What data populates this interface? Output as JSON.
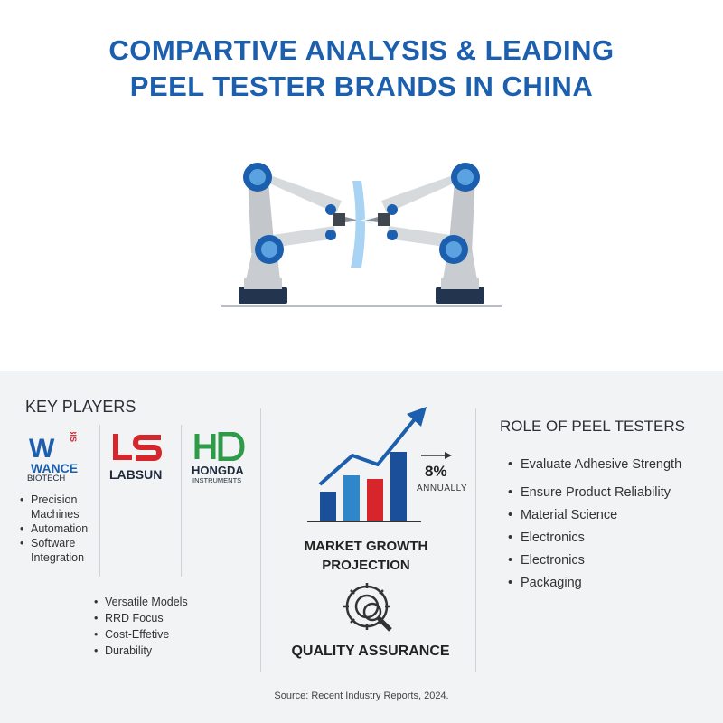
{
  "header": {
    "title_line1": "COMPARTIVE ANALYSIS & LEADING",
    "title_line2": "PEEL TESTER BRANDS IN CHINA"
  },
  "key_players": {
    "heading": "KEY PLAYERS",
    "brands": [
      {
        "name": "WANCE",
        "sub": "BIOTECH",
        "mark": "W",
        "mark_sup": "BIS",
        "color": "#1b5fae"
      },
      {
        "name": "LABSUN",
        "mark": "LS",
        "color": "#d6262b"
      },
      {
        "name": "HONGDA",
        "sub": "INSTRUMENTS",
        "mark": "HD",
        "color": "#2e9b49"
      }
    ],
    "wance_features": [
      "Precision Machines",
      "Automation",
      "Software Integration"
    ],
    "other_features": [
      "Versatile Models",
      "RRD Focus",
      "Cost-Effetive",
      "Durability"
    ]
  },
  "market": {
    "growth_value": "8%",
    "growth_unit": "ANNUALLY",
    "label_line1": "MARKET GROWTH",
    "label_line2": "PROJECTION",
    "quality_label": "QUALITY ASSURANCE",
    "colors": {
      "navy": "#1b4f99",
      "blue": "#2f86c9",
      "red": "#d6262b"
    }
  },
  "role": {
    "heading": "ROLE OF PEEL TESTERS",
    "items": [
      "Evaluate Adhesive Strength",
      "Ensure Product Reliability",
      "Material Science",
      "Electronics",
      "Electronics",
      "Packaging"
    ]
  },
  "footer": {
    "source": "Source: Recent Industry Reports, 2024."
  }
}
